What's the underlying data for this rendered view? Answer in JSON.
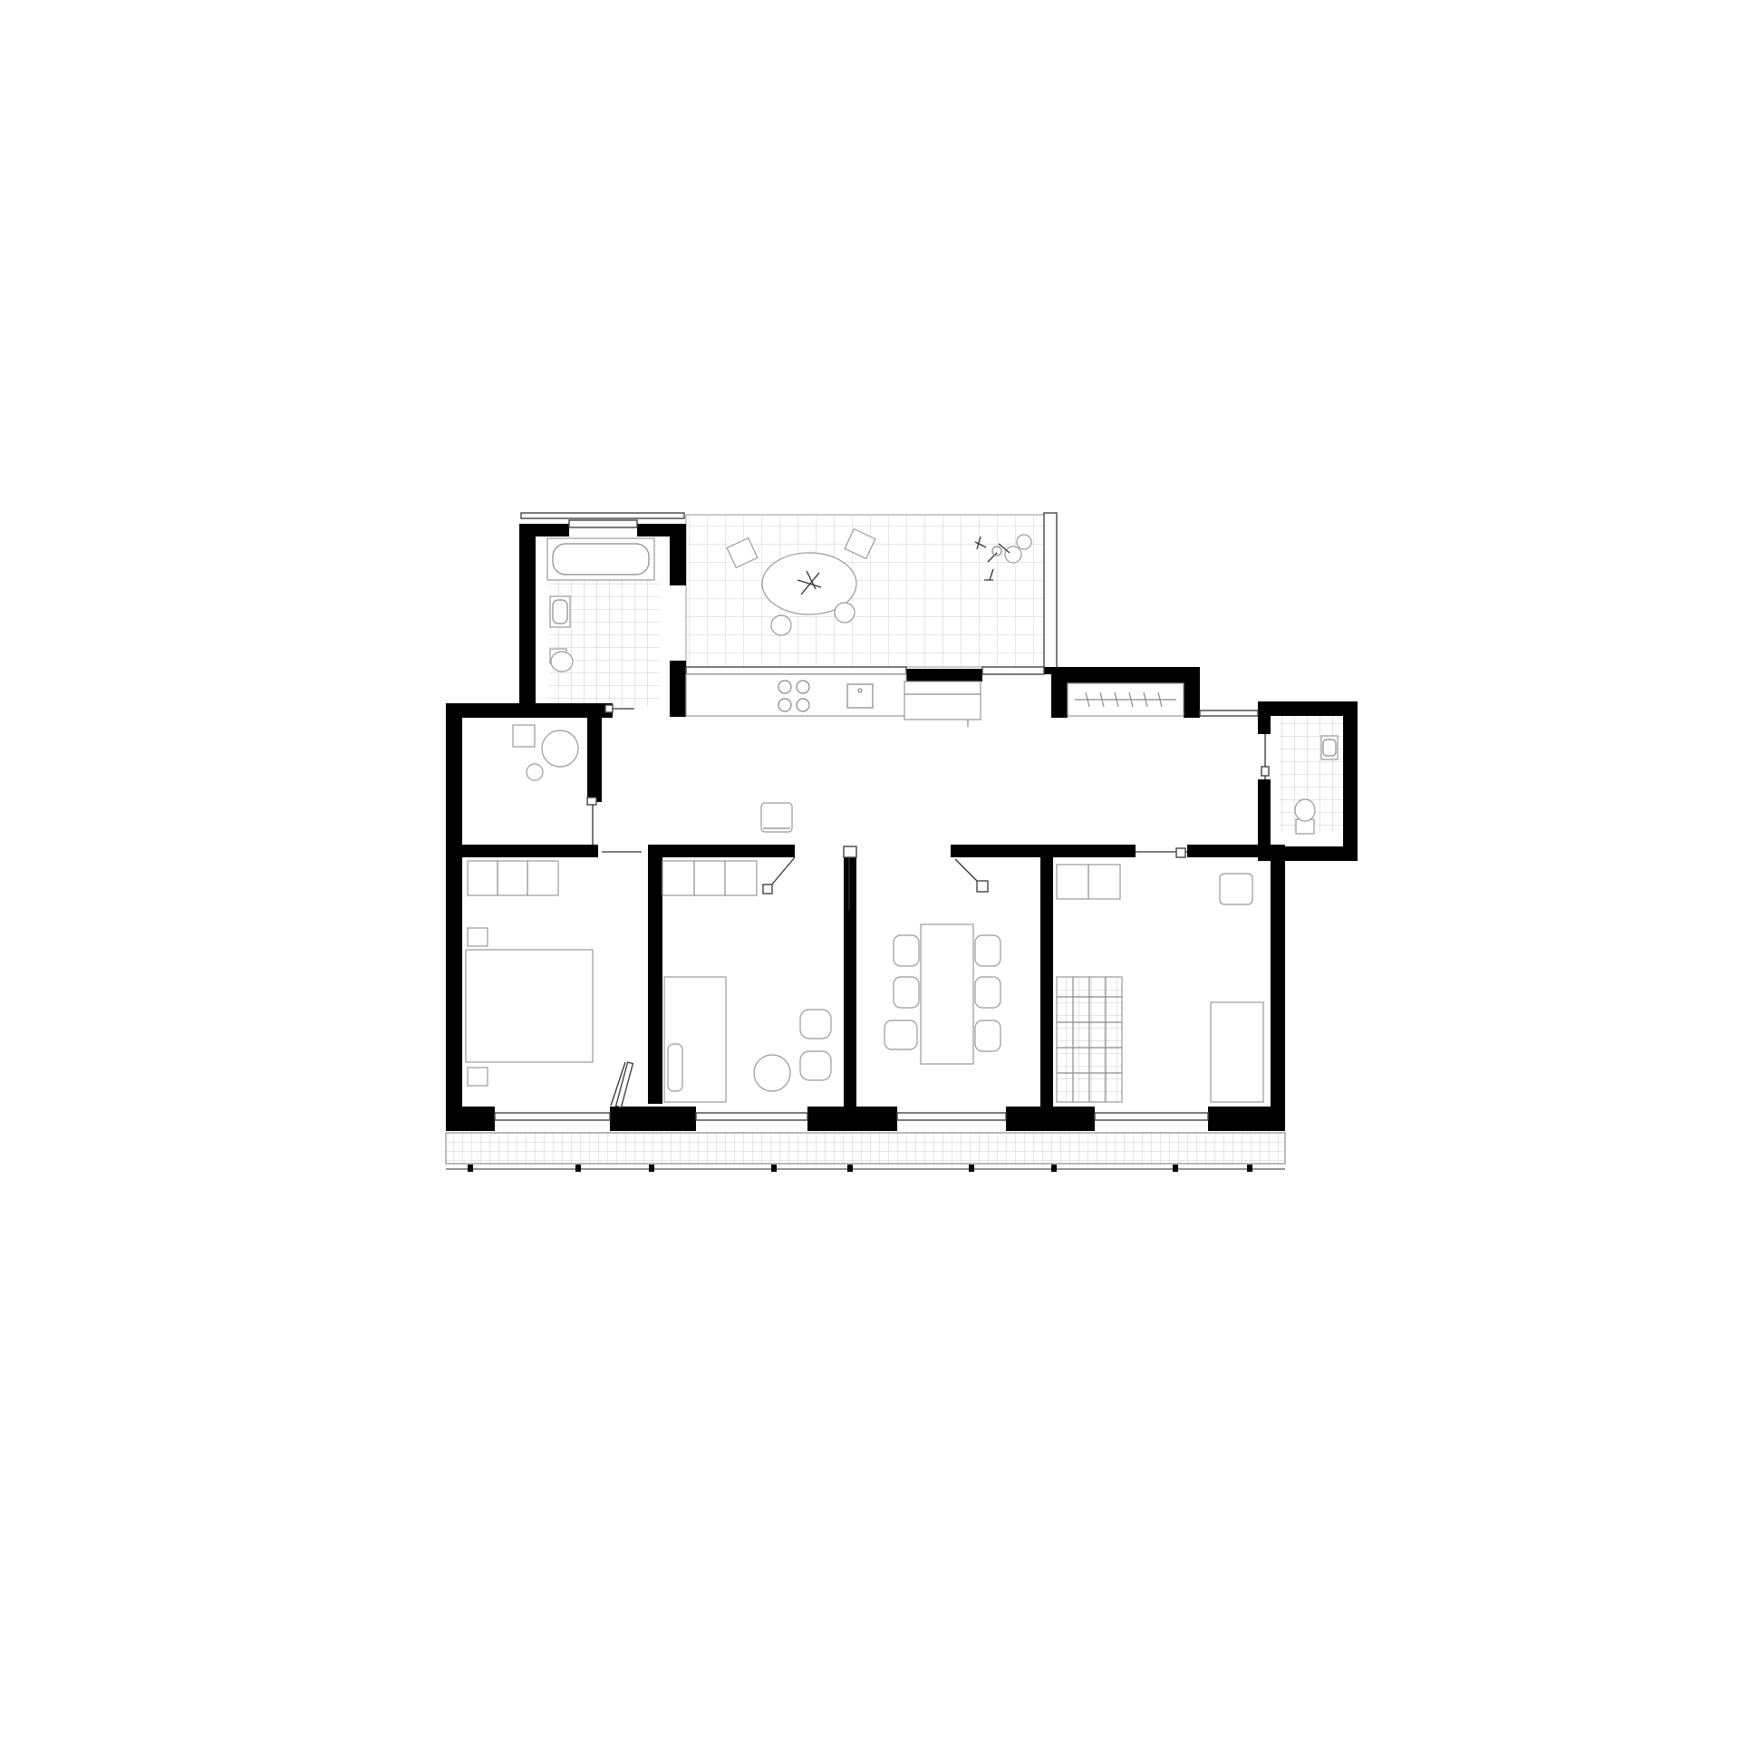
{
  "colors": {
    "background": "#ffffff",
    "wall": "#000000",
    "line": "#8a8a8a",
    "tile": "#b8b8b8"
  },
  "plan": {
    "rooms": [
      "bathroom",
      "terrace",
      "kitchen",
      "living-hall",
      "utility-room",
      "wc",
      "wardrobe",
      "bedroom-1",
      "bedroom-2",
      "dining-room",
      "bedroom-3",
      "front-balcony"
    ],
    "icons": [
      "bathtub-icon",
      "sink-icon",
      "toilet-icon",
      "table-icon",
      "chair-icon",
      "bed-icon",
      "desk-icon",
      "door-swing-icon",
      "plant-icon",
      "stove-icon"
    ]
  }
}
